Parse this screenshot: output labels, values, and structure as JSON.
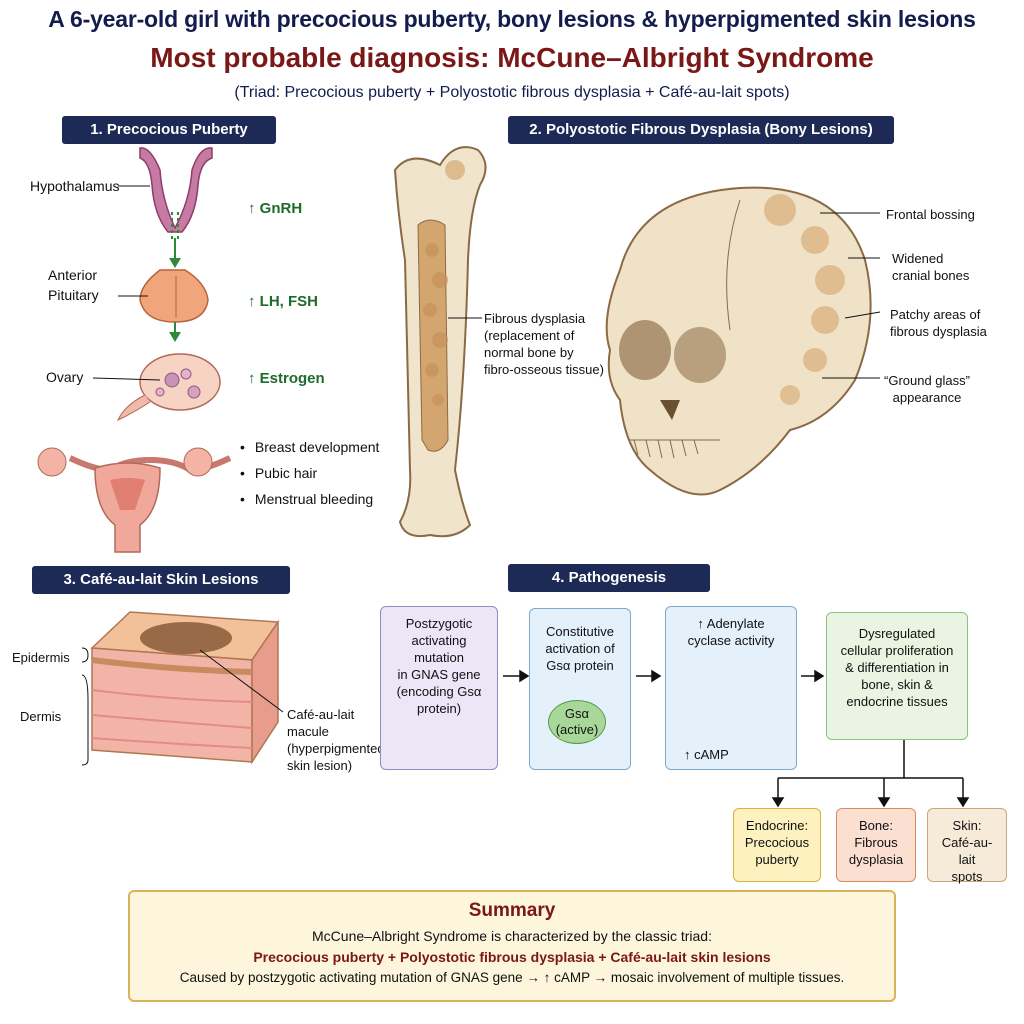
{
  "titles": {
    "main": "A 6-year-old girl with precocious puberty, bony lesions & hyperpigmented skin lesions",
    "diagnosis": "Most probable diagnosis: McCune–Albright Syndrome",
    "triad": "(Triad: Precocious puberty + Polyostotic fibrous dysplasia + Café-au-lait spots)"
  },
  "panel1": {
    "header": "1. Precocious Puberty",
    "hypothalamus": "Hypothalamus",
    "anterior": "Anterior",
    "pituitary": "Pituitary",
    "ovary": "Ovary",
    "gnrh": "↑ GnRH",
    "lhfsh": "↑ LH, FSH",
    "estrogen": "↑ Estrogen",
    "effects": [
      "Breast development",
      "Pubic hair",
      "Menstrual bleeding"
    ]
  },
  "panel2": {
    "header": "2. Polyostotic Fibrous Dysplasia (Bony Lesions)",
    "femur_label": [
      "Fibrous dysplasia",
      "(replacement of",
      "normal bone by",
      "fibro-osseous tissue)"
    ],
    "skull_labels": {
      "frontal": "Frontal bossing",
      "widened": [
        "Widened",
        "cranial bones"
      ],
      "patchy": [
        "Patchy areas of",
        "fibrous dysplasia"
      ],
      "ground": [
        "“Ground glass”",
        "appearance"
      ]
    }
  },
  "panel3": {
    "header": "3. Café-au-lait Skin Lesions",
    "epidermis": "Epidermis",
    "dermis": "Dermis",
    "macule": [
      "Café-au-lait",
      "macule",
      "(hyperpigmented",
      "skin lesion)"
    ]
  },
  "panel4": {
    "header": "4. Pathogenesis",
    "step1": [
      "Postzygotic",
      "activating mutation",
      "in GNAS gene",
      "(encoding Gsα",
      "protein)"
    ],
    "step2": [
      "Constitutive",
      "activation of",
      "Gsα protein"
    ],
    "gsa": "Gsα",
    "gsa_active": "(active)",
    "step3": [
      "↑ Adenylate",
      "cyclase activity"
    ],
    "camp": "↑ cAMP",
    "step4": [
      "Dysregulated",
      "cellular proliferation",
      "& differentiation in",
      "bone, skin &",
      "endocrine tissues"
    ],
    "outcomes": [
      {
        "title": "Endocrine:",
        "lines": [
          "Precocious",
          "puberty"
        ]
      },
      {
        "title": "Bone:",
        "lines": [
          "Fibrous",
          "dysplasia"
        ]
      },
      {
        "title": "Skin:",
        "lines": [
          "Café-au-lait",
          "spots"
        ]
      }
    ]
  },
  "summary": {
    "title": "Summary",
    "line1": "McCune–Albright Syndrome is characterized by the classic triad:",
    "line2": "Precocious puberty + Polyostotic fibrous dysplasia + Café-au-lait skin lesions",
    "line3": "Caused by postzygotic activating mutation of GNAS gene → ↑ cAMP → mosaic involvement of multiple tissues."
  },
  "colors": {
    "header_bg": "#1c2a55",
    "diagnosis": "#7a1717",
    "up_arrow": "#1f6b2a",
    "summary_bg": "#fdf5dc"
  }
}
